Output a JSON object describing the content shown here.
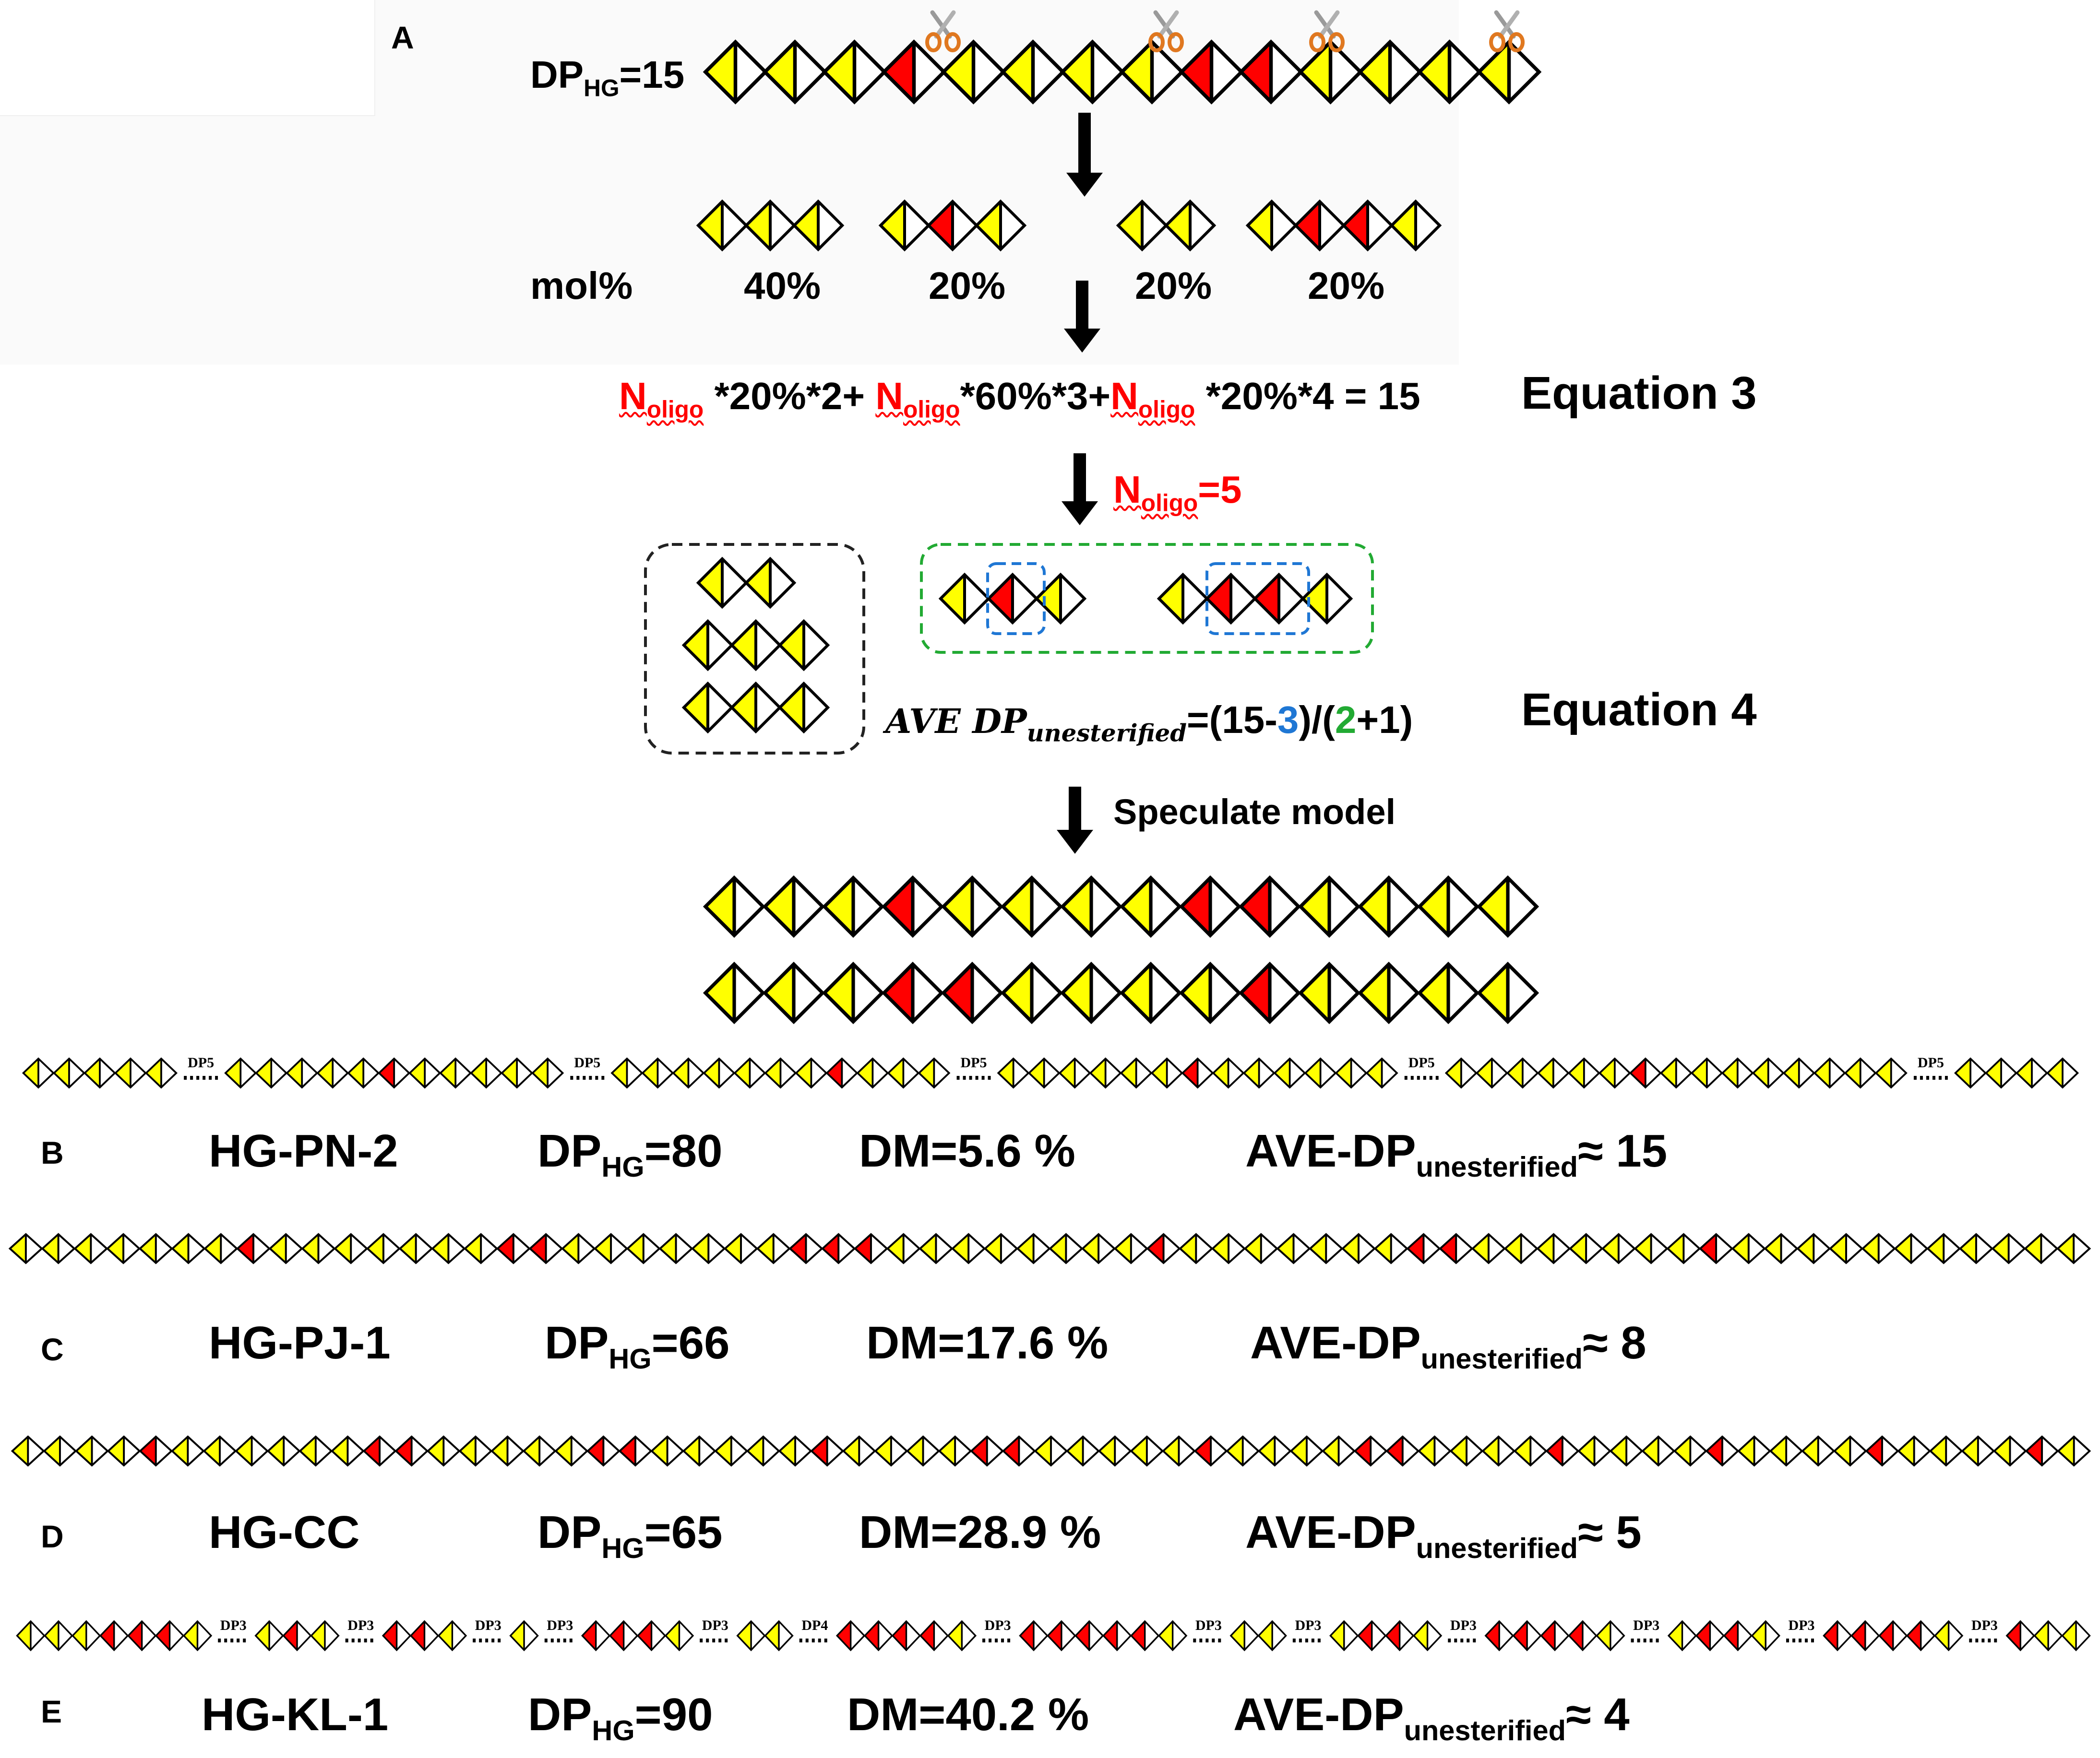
{
  "panel_a": {
    "letter": "A",
    "dp_label": "DP",
    "dp_sub": "HG",
    "dp_value": "=15",
    "main_chain": "YYYRYYYYRRYYYY",
    "cut_icon": "scissors-icon",
    "fragments": [
      {
        "units": "YYY",
        "molpct": "40%"
      },
      {
        "units": "YRY",
        "molpct": "20%"
      },
      {
        "units": "YY",
        "molpct": "20%"
      },
      {
        "units": "YRRY",
        "molpct": "20%"
      }
    ],
    "molpct_label": "mol%",
    "equation3": {
      "n": "N",
      "n_sub": "oligo",
      "part1": " *20%*2+ ",
      "part2": "*60%*3+",
      "part3": " *20%*4 = 15",
      "label": "Equation 3"
    },
    "n_result": {
      "n": "N",
      "n_sub": "oligo",
      "value": "=5"
    },
    "unesterified_box": [
      "YY",
      "YYY",
      "YYY"
    ],
    "esterified_box": [
      "YRY",
      "YRRY"
    ],
    "equation4": {
      "ave": "AVE DP",
      "ave_sub": "unesterified",
      "eq_a": "=(15-",
      "blue": "3",
      "eq_b": ")/(",
      "green": "2",
      "eq_c": "+1)",
      "label": "Equation 4"
    },
    "speculate_label": "Speculate model",
    "models": [
      "YYYRYYYYRRYYYY",
      "YYYRRYYYYRYYYY"
    ]
  },
  "rows": [
    {
      "letter": "B",
      "name": "HG-PN-2",
      "dp_label": "DP",
      "dp_sub": "HG",
      "dp_value": "=80",
      "dm": "DM=5.6 %",
      "ave": "AVE-DP",
      "ave_sub": "unesterified",
      "ave_value": "≈ 15",
      "chain": [
        "YYYYY",
        "DP5",
        "YYYYYRYYYYY",
        "DP5",
        "YYYYYYYRYYY",
        "DP5",
        "YYYYYYRYYYYYY",
        "DP5",
        "YYYYYYRYYYYYYYY",
        "DP5",
        "YYYY"
      ]
    },
    {
      "letter": "C",
      "name": "HG-PJ-1",
      "dp_label": "DP",
      "dp_sub": "HG",
      "dp_value": "=66",
      "dm": "DM=17.6 %",
      "ave": "AVE-DP",
      "ave_sub": "unesterified",
      "ave_value": "≈ 8",
      "chain": [
        "YYYYYYYRYYYYYYYRRYYYYYYYRRRYYYYYYYYRYYYYYYYRRYYYYYYYRYYYYYYYYYYY"
      ]
    },
    {
      "letter": "D",
      "name": "HG-CC",
      "dp_label": "DP",
      "dp_sub": "HG",
      "dp_value": "=65",
      "dm": "DM=28.9 %",
      "ave": "AVE-DP",
      "ave_sub": "unesterified",
      "ave_value": "≈ 5",
      "chain": [
        "YYYYRYYYYYYRRYYYYYRRYYYYYRYYYYRRYYYYYRYYYYRRYYYYRYYYYRYYYYRYYYYRY"
      ]
    },
    {
      "letter": "E",
      "name": "HG-KL-1",
      "dp_label": "DP",
      "dp_sub": "HG",
      "dp_value": "=90",
      "dm": "DM=40.2 %",
      "ave": "AVE-DP",
      "ave_sub": "unesterified",
      "ave_value": "≈ 4",
      "chain": [
        "YYYRRRY",
        "DP3",
        "YRY",
        "DP3",
        "RRY",
        "DP3",
        "Y",
        "DP3",
        "RRRY",
        "DP3",
        "YY",
        "DP4",
        "RRRRY",
        "DP3",
        "RRRRRY",
        "DP3",
        "YY",
        "DP3",
        "YRRY",
        "DP3",
        "RRRRY",
        "DP3",
        "YRRY",
        "DP3",
        "RRRRY",
        "DP3",
        "RYY"
      ]
    }
  ],
  "colors": {
    "yellow": "#ffff00",
    "red": "#ff0000",
    "outline": "#000000",
    "arrow": "#000000",
    "box_black": "#222222",
    "box_green": "#22aa33",
    "box_blue": "#1f77d4"
  }
}
